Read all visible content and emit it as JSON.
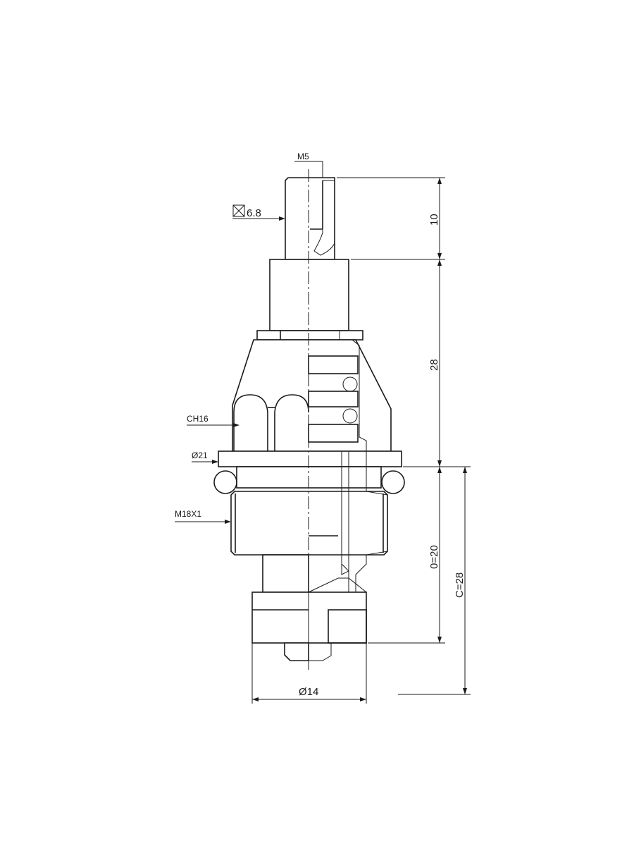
{
  "drawing": {
    "title_labels": {
      "thread_top": "M5",
      "square_size": "6.8",
      "wrench_size": "CH16",
      "flange_diameter": "Ø21",
      "thread_main": "M18X1",
      "bottom_diameter": "Ø14"
    },
    "dimensions": {
      "top_height": "10",
      "body_height": "28",
      "lower_height": "0=20",
      "overall_lower": "C=28"
    },
    "colors": {
      "line": "#1a1a1a",
      "background": "#ffffff"
    }
  }
}
